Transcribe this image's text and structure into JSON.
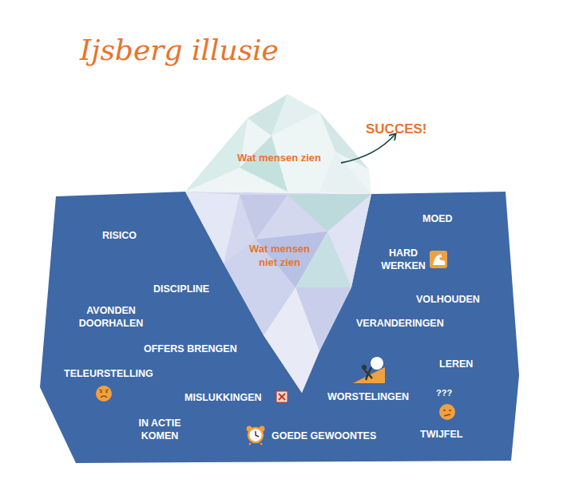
{
  "diagram": {
    "title": "Ijsberg illusie",
    "labels": [
      "SUCCES!",
      "Wat mensen zien",
      "Wat mensen niet zien",
      "RISICO",
      "MOED",
      "HARD WERKEN",
      "DISCIPLINE",
      "VOLHOUDEN",
      "AVONDEN DOORHALEN",
      "VERANDERINGEN",
      "OFFERS BRENGEN",
      "TELEURSTELLING",
      "LEREN",
      "MISLUKKINGEN",
      "WORSTELINGEN",
      "???",
      "IN ACTIE KOMEN",
      "GOEDE GEWOONTES",
      "TWIJFEL"
    ]
  }
}
